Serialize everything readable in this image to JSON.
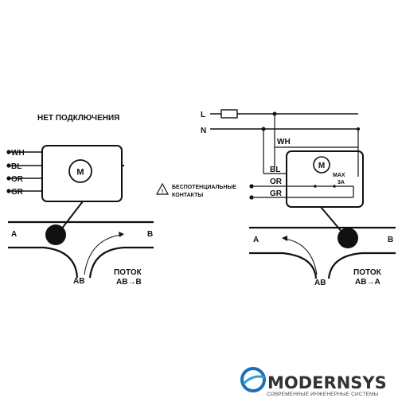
{
  "left": {
    "title": "НЕТ ПОДКЛЮЧЕНИЯ",
    "wires": [
      "WH",
      "BL",
      "OR",
      "GR"
    ],
    "motor": "M",
    "port_a": "A",
    "port_b": "B",
    "port_ab": "AB",
    "flow_title": "ПОТОК",
    "flow_value": "AB→B"
  },
  "right": {
    "line_l": "L",
    "line_n": "N",
    "wire_wh": "WH",
    "wire_bl": "BL",
    "wire_or": "OR",
    "wire_gr": "GR",
    "motor": "M",
    "max_label": "MAX",
    "max_value": "3A",
    "warning_line1": "БЕСПОТЕНЦИАЛЬНЫЕ",
    "warning_line2": "КОНТАКТЫ",
    "warning_icon": "warning-triangle-icon",
    "port_a": "A",
    "port_b": "B",
    "port_ab": "AB",
    "flow_title": "ПОТОК",
    "flow_value": "AB→A"
  },
  "brand": {
    "name": "MODERNSYS",
    "tagline": "СОВРЕМЕННЫЕ ИНЖЕНЕРНЫЕ СИСТЕМЫ",
    "colors": {
      "dark": "#333333",
      "blue": "#1d6fb8",
      "accent": "#2a9fd8"
    }
  }
}
